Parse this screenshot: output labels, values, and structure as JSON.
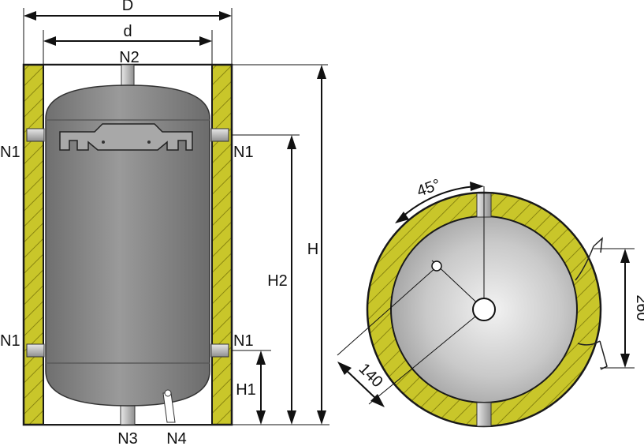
{
  "diagram": {
    "labels": {
      "D": "D",
      "d": "d",
      "N2": "N2",
      "N1_top_left": "N1",
      "N1_top_right": "N1",
      "N1_bottom_left": "N1",
      "N1_bottom_right": "N1",
      "N3": "N3",
      "N4": "N4",
      "H": "H",
      "H1": "H1",
      "H2": "H2",
      "angle": "45°",
      "dim_140": "140",
      "dim_260": "260"
    },
    "colors": {
      "insulation": "#c9c62a",
      "hatch": "#8a8610",
      "tank": "#8c8c8c",
      "tank_dark": "#6e6e6e",
      "pipe": "#bdbdbd",
      "outline": "#1a1a1a"
    }
  }
}
